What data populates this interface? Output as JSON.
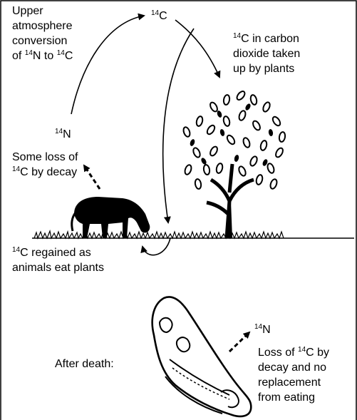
{
  "labels": {
    "upper_atmosphere": {
      "line1": "Upper",
      "line2": "atmosphere",
      "line3": "conversion",
      "line4_pre": "of ",
      "line4_sup1": "14",
      "line4_mid": "N to ",
      "line4_sup2": "14",
      "line4_end": "C"
    },
    "c14_top": {
      "sup": "14",
      "text": "C"
    },
    "co2_uptake": {
      "sup": "14",
      "line1": "C in carbon",
      "line2": "dioxide taken",
      "line3": "up by plants"
    },
    "n14_left": {
      "sup": "14",
      "text": "N"
    },
    "some_loss": {
      "line1": "Some loss of",
      "sup": "14",
      "line2": "C by decay"
    },
    "regained": {
      "sup": "14",
      "line1": "C regained as",
      "line2": "animals eat plants"
    },
    "after_death": "After death:",
    "n14_right": {
      "sup": "14",
      "text": "N"
    },
    "loss_decay": {
      "line1_pre": "Loss of ",
      "sup": "14",
      "line1_end": "C by",
      "line2": "decay and no",
      "line3": "replacement",
      "line4": "from eating"
    }
  },
  "icons": [
    "horse-icon",
    "tree-icon",
    "grass-icon",
    "horse-skull-icon"
  ]
}
